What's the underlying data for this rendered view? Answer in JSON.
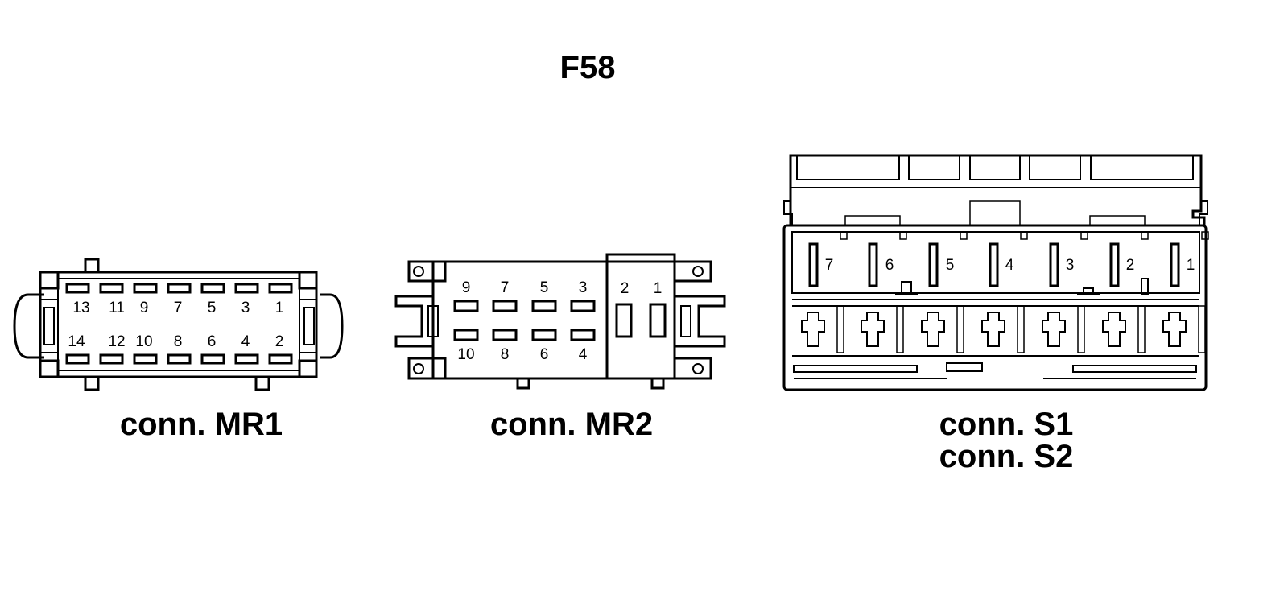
{
  "diagram_title": "F58",
  "connectors": [
    {
      "id": "mr1",
      "label": "conn. MR1",
      "top_pins": [
        "13",
        "11",
        "9",
        "7",
        "5",
        "3",
        "1"
      ],
      "bottom_pins": [
        "14",
        "12",
        "10",
        "8",
        "6",
        "4",
        "2"
      ]
    },
    {
      "id": "mr2",
      "label": "conn. MR2",
      "top_pins": [
        "9",
        "7",
        "5",
        "3"
      ],
      "bottom_pins": [
        "10",
        "8",
        "6",
        "4"
      ],
      "side_pins": [
        "2",
        "1"
      ]
    },
    {
      "id": "s1s2",
      "label_line1": "conn. S1",
      "label_line2": "conn. S2",
      "pins": [
        "7",
        "6",
        "5",
        "4",
        "3",
        "2",
        "1"
      ]
    }
  ]
}
